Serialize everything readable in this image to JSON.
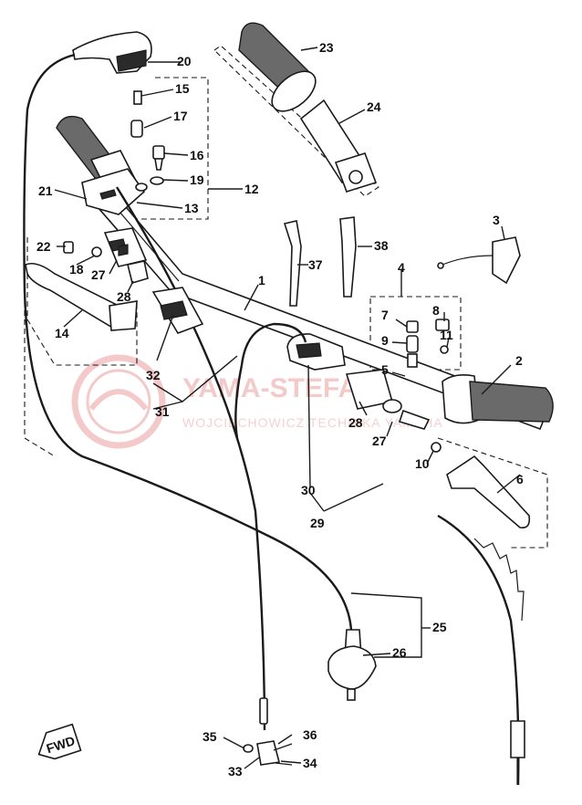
{
  "diagram": {
    "callouts": [
      "1",
      "2",
      "3",
      "4",
      "5",
      "6",
      "7",
      "8",
      "9",
      "10",
      "11",
      "12",
      "13",
      "14",
      "15",
      "16",
      "17",
      "18",
      "19",
      "20",
      "21",
      "22",
      "23",
      "24",
      "25",
      "26",
      "27",
      "28",
      "29",
      "30",
      "31",
      "32",
      "33",
      "34",
      "35",
      "36",
      "37",
      "38"
    ],
    "callouts_repeated": {
      "27_right": "27",
      "28_right": "28"
    },
    "fwd_marker": "FWD",
    "watermark": {
      "brand": "YAMA-STEFAN",
      "subline": "WOJCIECHOWICZ TECHNIKA YAMAHA"
    }
  },
  "colors": {
    "ink": "#1a1a1a",
    "watermark": "#f2c4c4"
  }
}
